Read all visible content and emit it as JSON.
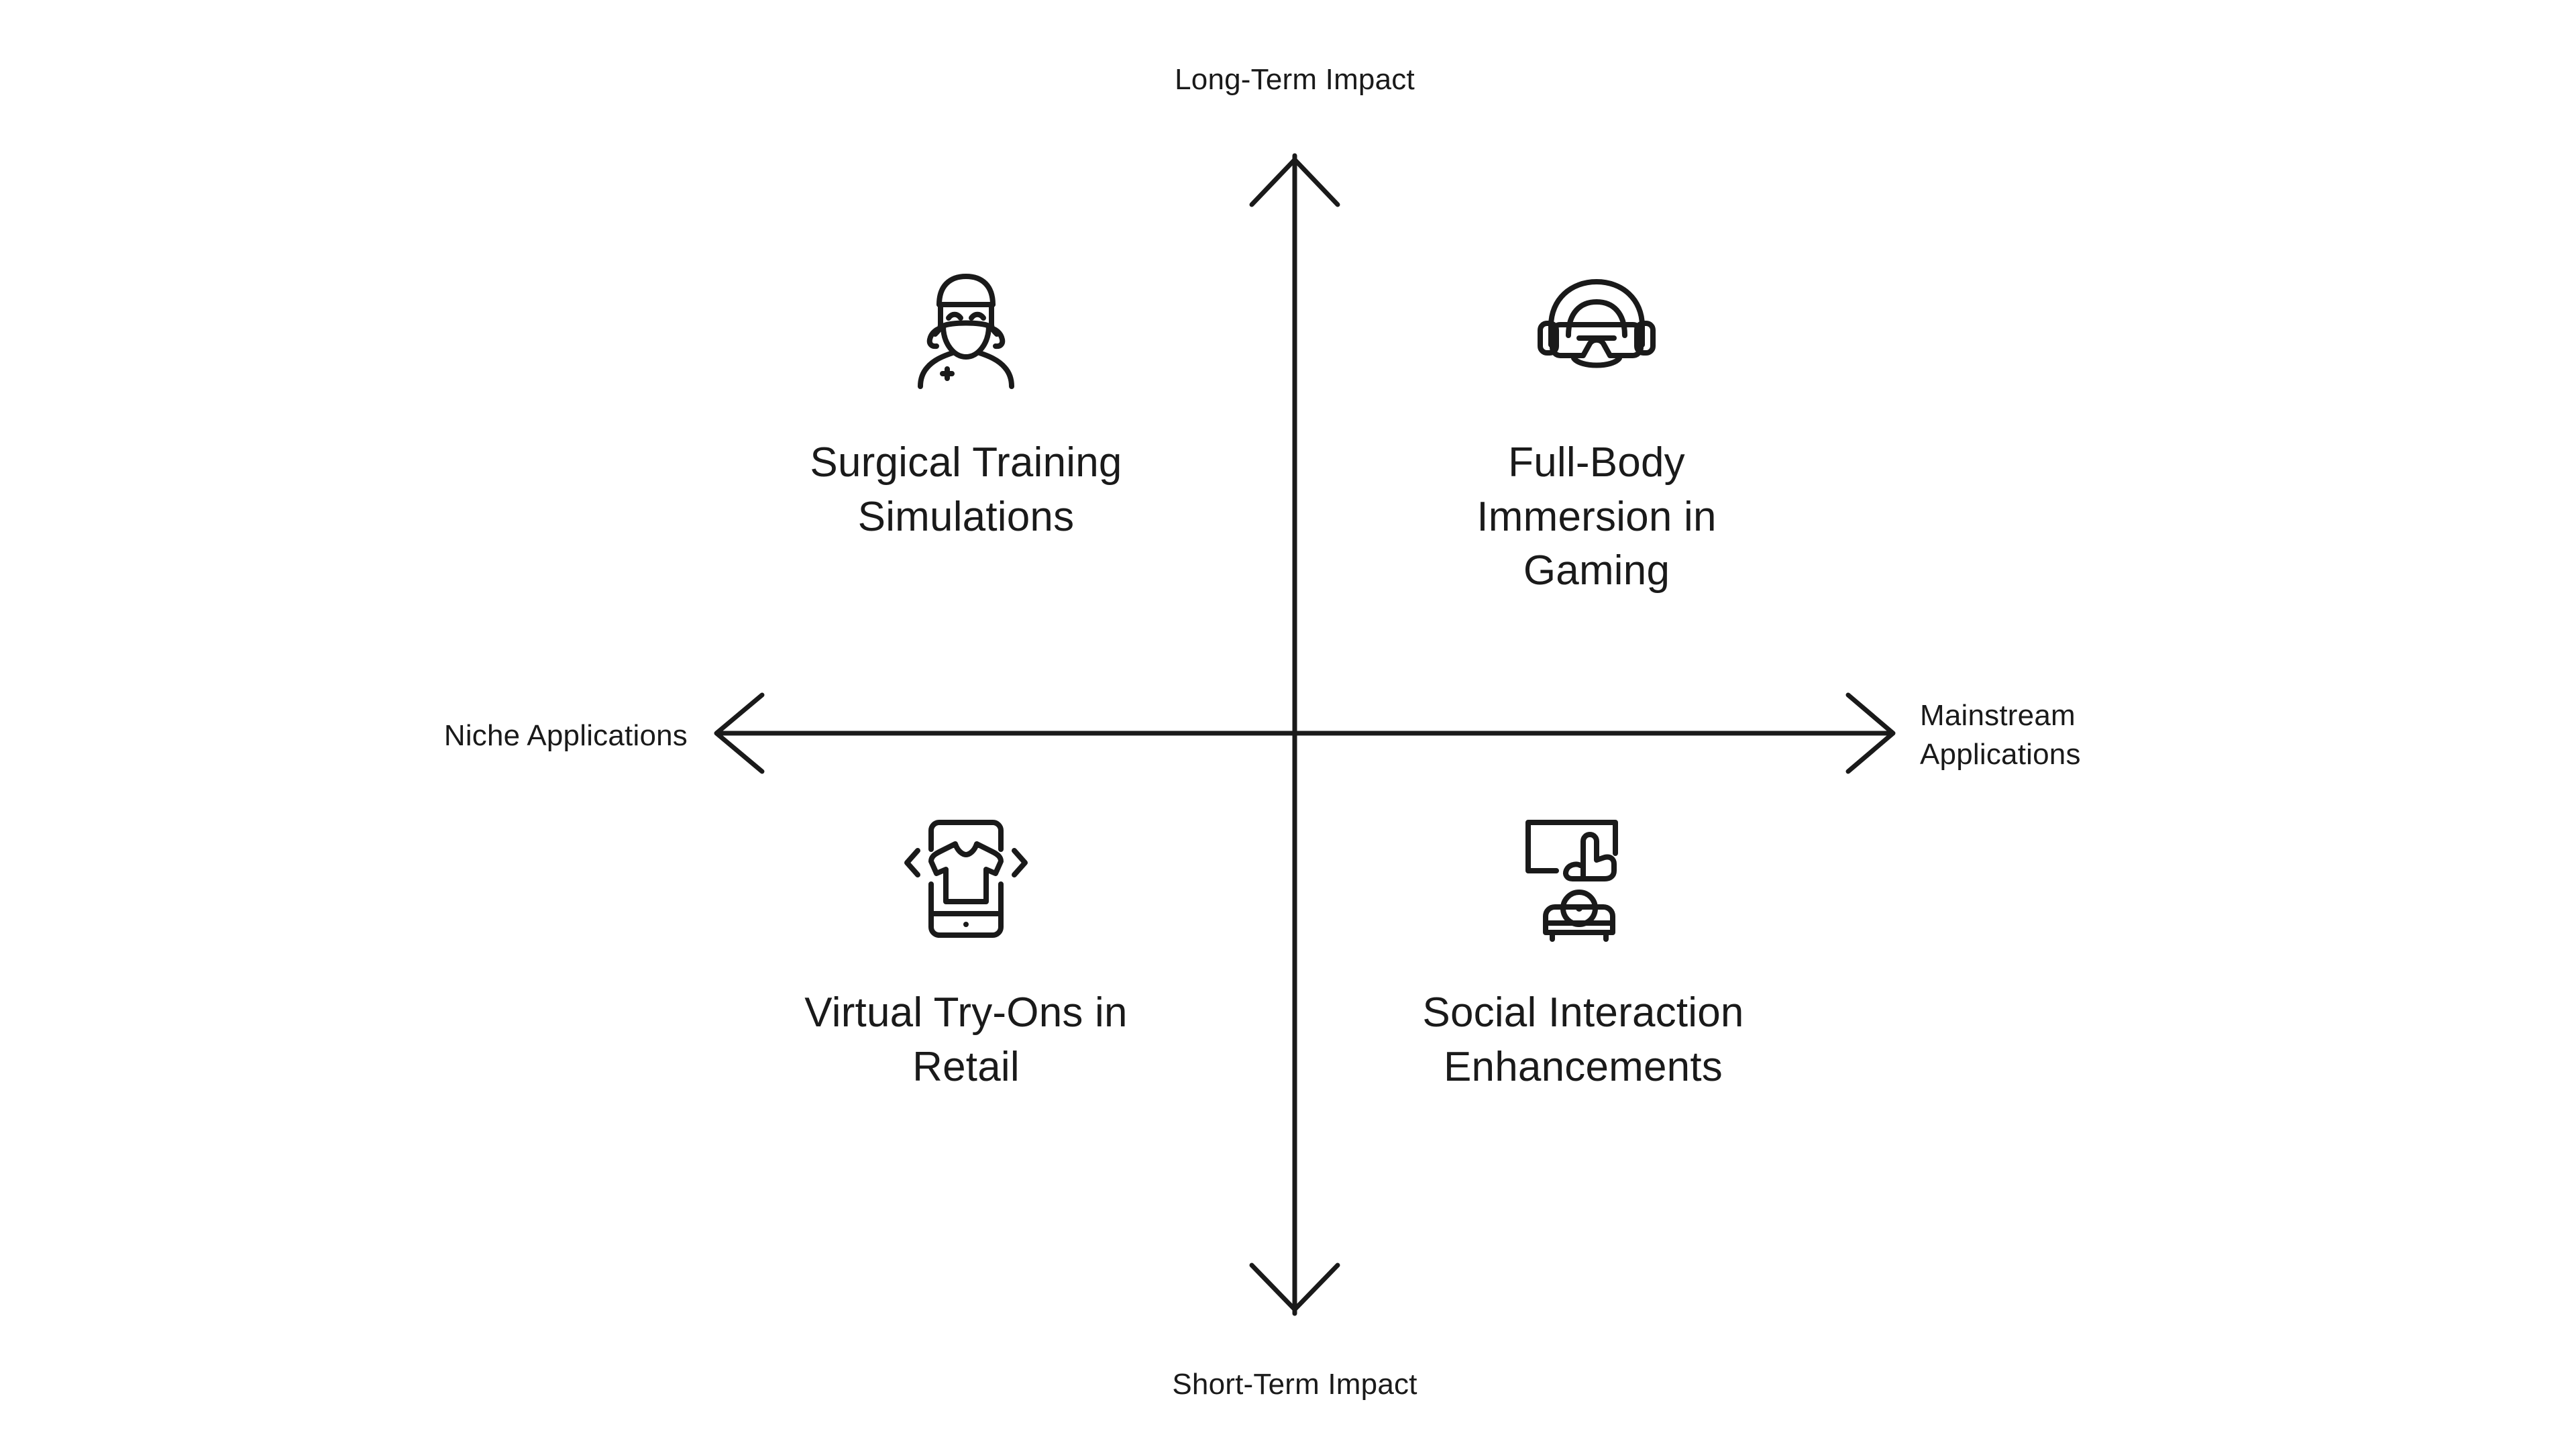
{
  "diagram": {
    "type": "2x2-matrix",
    "background_color": "#ffffff",
    "line_color": "#1a1a1a",
    "text_color": "#1a1a1a",
    "axes": {
      "vertical": {
        "top_label": "Long-Term Impact",
        "bottom_label": "Short-Term Impact"
      },
      "horizontal": {
        "left_label": "Niche Applications",
        "right_label": "Mainstream\nApplications"
      }
    },
    "quadrants": [
      {
        "position": "top-left",
        "label": "Surgical Training\nSimulations",
        "icon": "surgeon-icon",
        "axis_x": "niche",
        "axis_y": "long-term"
      },
      {
        "position": "top-right",
        "label": "Full-Body\nImmersion in\nGaming",
        "icon": "vr-headset-icon",
        "axis_x": "mainstream",
        "axis_y": "long-term"
      },
      {
        "position": "bottom-left",
        "label": "Virtual Try-Ons in\nRetail",
        "icon": "phone-tshirt-icon",
        "axis_x": "niche",
        "axis_y": "short-term"
      },
      {
        "position": "bottom-right",
        "label": "Social Interaction\nEnhancements",
        "icon": "screen-sofa-interaction-icon",
        "axis_x": "mainstream",
        "axis_y": "short-term"
      }
    ]
  }
}
